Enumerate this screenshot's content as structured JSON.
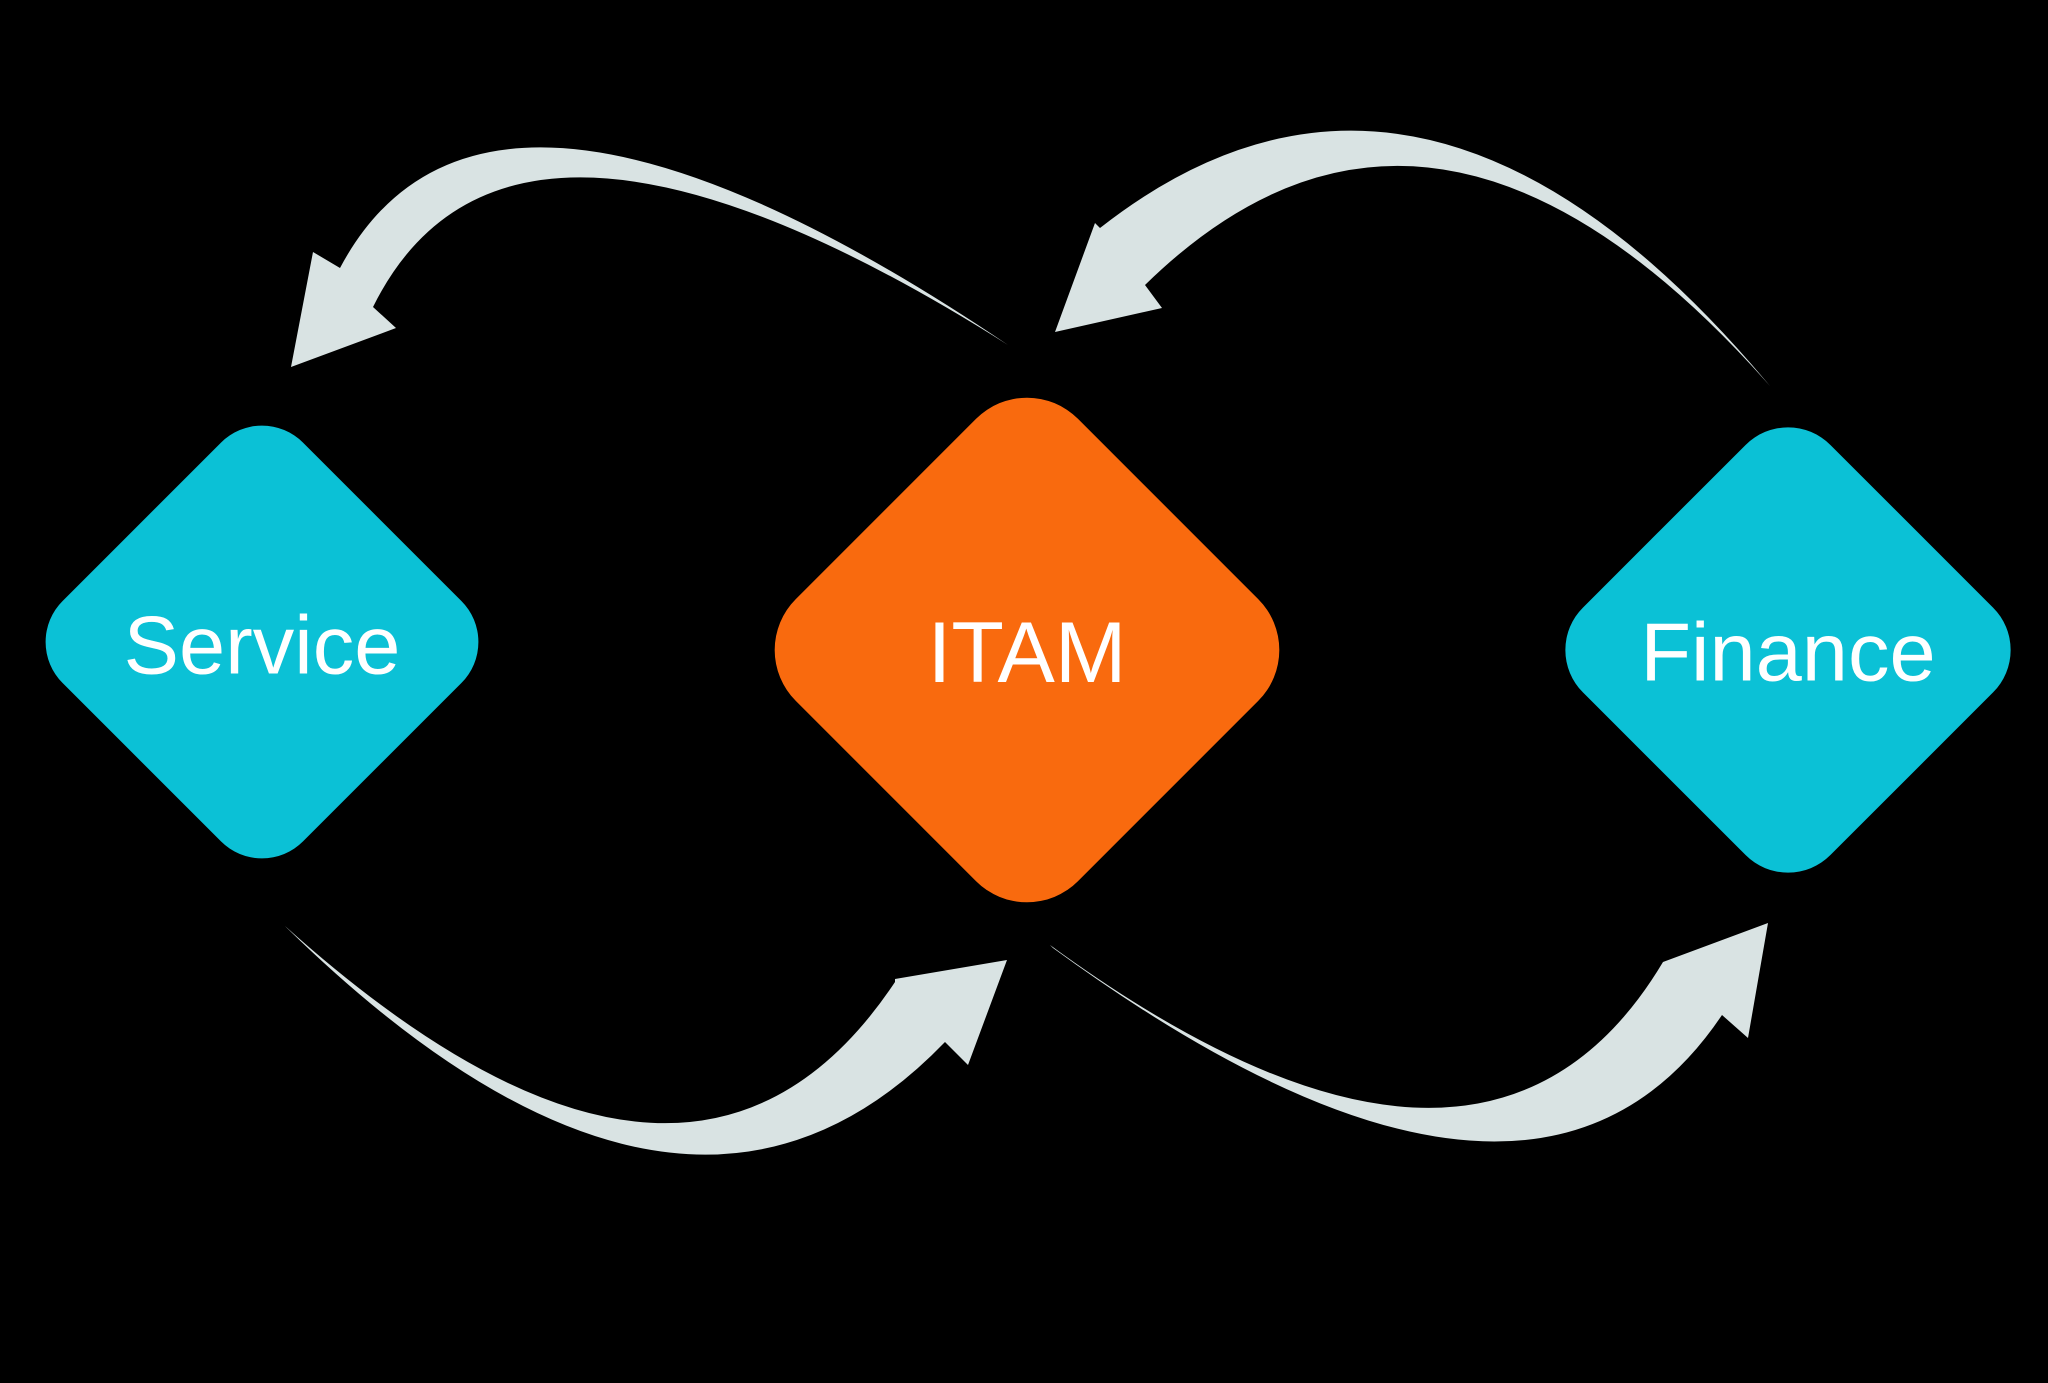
{
  "diagram": {
    "title": "ITAM process flow diagram",
    "background_color": "#000000",
    "label_color": "#FFFFFF",
    "arrow_color": "#D9E3E3",
    "nodes": [
      {
        "id": "service",
        "label": "Service",
        "shape": "diamond",
        "color": "#0BC1D6"
      },
      {
        "id": "itam",
        "label": "ITAM",
        "shape": "diamond",
        "color": "#F96A0E"
      },
      {
        "id": "finance",
        "label": "Finance",
        "shape": "diamond",
        "color": "#0BC1D6"
      }
    ],
    "arrows": [
      {
        "id": "itam-to-service",
        "from": "ITAM",
        "to": "Service",
        "position": "top-left",
        "color": "#D9E3E3"
      },
      {
        "id": "finance-to-itam",
        "from": "Finance",
        "to": "ITAM",
        "position": "top-right",
        "color": "#D9E3E3"
      },
      {
        "id": "service-to-itam",
        "from": "Service",
        "to": "ITAM",
        "position": "bottom-left",
        "color": "#D9E3E3"
      },
      {
        "id": "itam-to-finance",
        "from": "ITAM",
        "to": "Finance",
        "position": "bottom-right",
        "color": "#D9E3E3"
      }
    ]
  }
}
